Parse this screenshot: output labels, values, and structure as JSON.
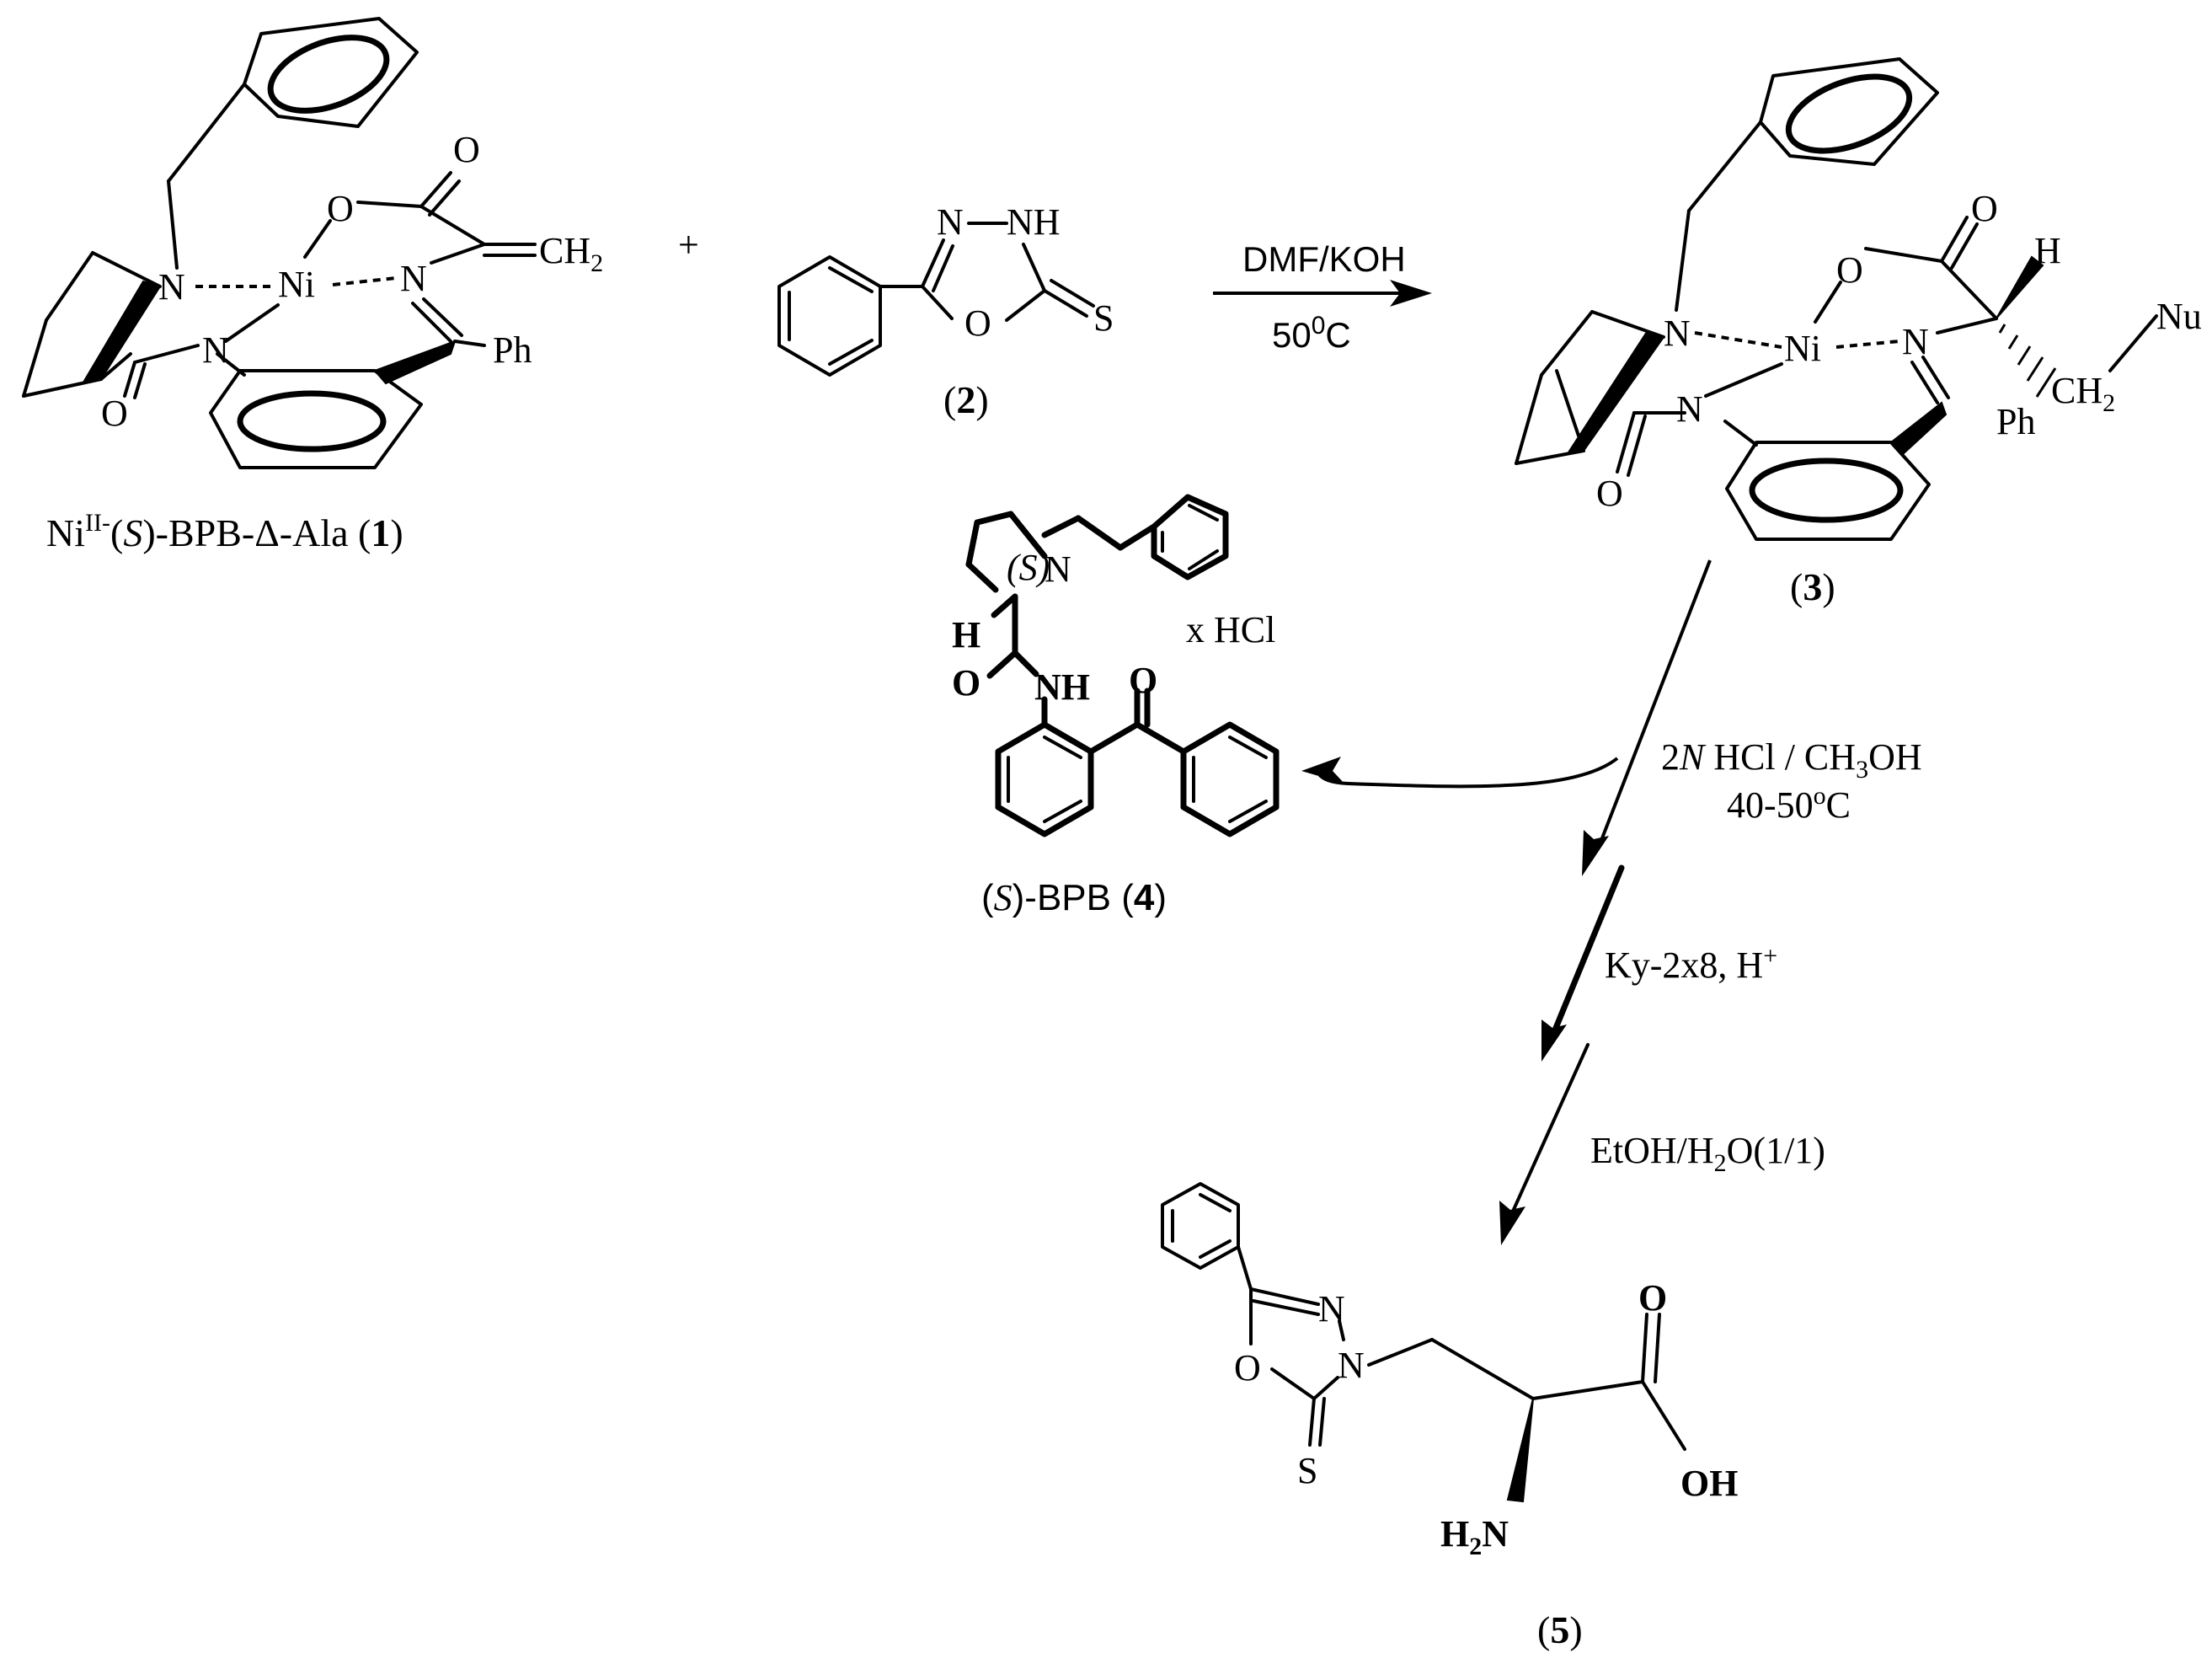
{
  "atoms": {
    "O": "O",
    "N": "N",
    "NH": "NH",
    "S": "S",
    "Ni": "Ni",
    "H": "H",
    "Ph": "Ph",
    "Nu": "Nu",
    "CH": "CH",
    "two": "2",
    "OH": "OH",
    "H2N_H": "H",
    "H2N_N": "N",
    "S_chiral": "(S)"
  },
  "plus": "+",
  "compound1": {
    "pre": "Ni",
    "sup": "II-",
    "open": "(",
    "s": "S",
    "rest": ")-BPB-Δ-Ala (",
    "num": "1",
    "close": ")"
  },
  "compound2": {
    "open": "(",
    "num": "2",
    "close": ")"
  },
  "compound3": {
    "open": "(",
    "num": "3",
    "close": ")"
  },
  "compound4": {
    "open": "(",
    "s": "S",
    "rest": ")-BPB",
    "open2": " (",
    "num": "4",
    "close": ")",
    "salt": "x HCl"
  },
  "compound5": {
    "open": "(",
    "num": "5",
    "close": ")"
  },
  "step1": {
    "reagent": "DMF/KOH",
    "temp": "50",
    "temp_sup": "0",
    "temp_unit": "C"
  },
  "step2": {
    "pre": "2",
    "n": "N",
    "mid": " HCl / CH",
    "sub": "3",
    "post": "OH",
    "temp": "40-50",
    "temp_sup": "o",
    "temp_unit": "C"
  },
  "step3": {
    "reagent": "Ky-2x8, H",
    "sup": "+"
  },
  "step4": {
    "pre": "EtOH/H",
    "sub": "2",
    "post": "O(1/1)"
  }
}
